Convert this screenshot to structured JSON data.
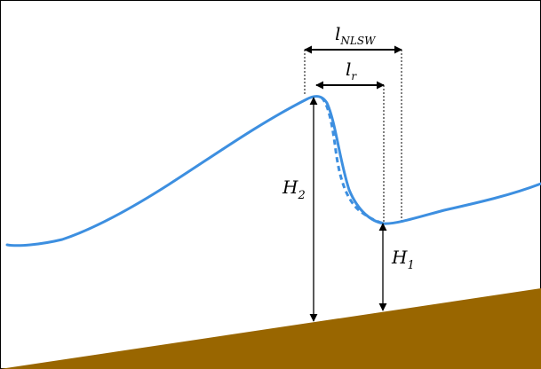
{
  "labels": {
    "H2": {
      "main": "H",
      "sub": "2"
    },
    "H1": {
      "main": "H",
      "sub": "1"
    },
    "lr": {
      "main": "l",
      "sub": "r"
    },
    "lNLSW": {
      "main": "l",
      "sub": "NLSW"
    }
  },
  "colors": {
    "wave": "#3d8fe0",
    "ground": "#996600",
    "border": "#000000",
    "arrow": "#000000"
  }
}
